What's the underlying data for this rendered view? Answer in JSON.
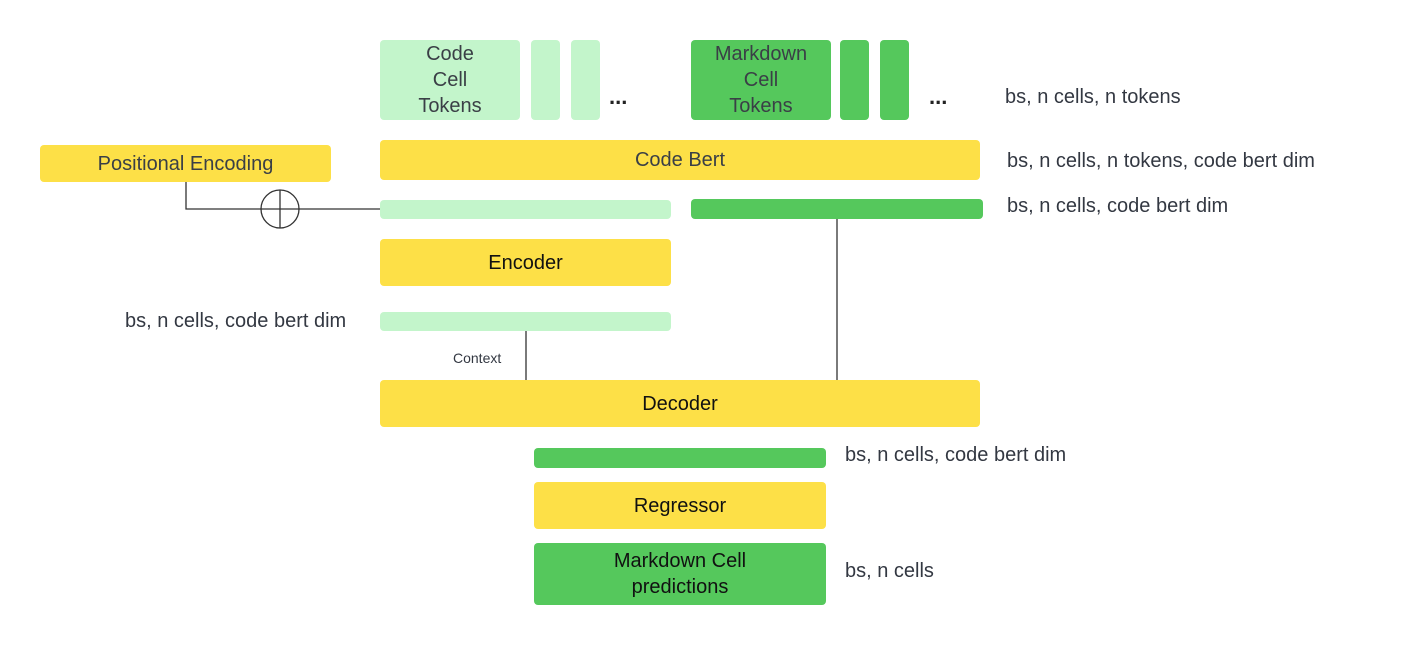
{
  "tokens": {
    "code_cell_tokens": "Code\nCell\nTokens",
    "markdown_cell_tokens": "Markdown\nCell\nTokens",
    "ellipsis": "...",
    "shape_label": "bs, n cells, n tokens"
  },
  "positional_encoding": "Positional Encoding",
  "code_bert": {
    "label": "Code Bert",
    "shape_label": "bs, n cells, n tokens, code bert dim"
  },
  "embeddings": {
    "shape_label": "bs, n cells, code bert dim"
  },
  "encoder": {
    "label": "Encoder",
    "output_shape_label": "bs, n cells, code bert dim"
  },
  "context_label": "Context",
  "decoder": {
    "label": "Decoder",
    "output_shape_label": "bs, n cells, code bert dim"
  },
  "regressor": {
    "label": "Regressor"
  },
  "predictions": {
    "label": "Markdown Cell\npredictions",
    "shape_label": "bs, n cells"
  },
  "colors": {
    "yellow": "#fde047",
    "light_green": "#c3f5cb",
    "green": "#55c85c"
  }
}
